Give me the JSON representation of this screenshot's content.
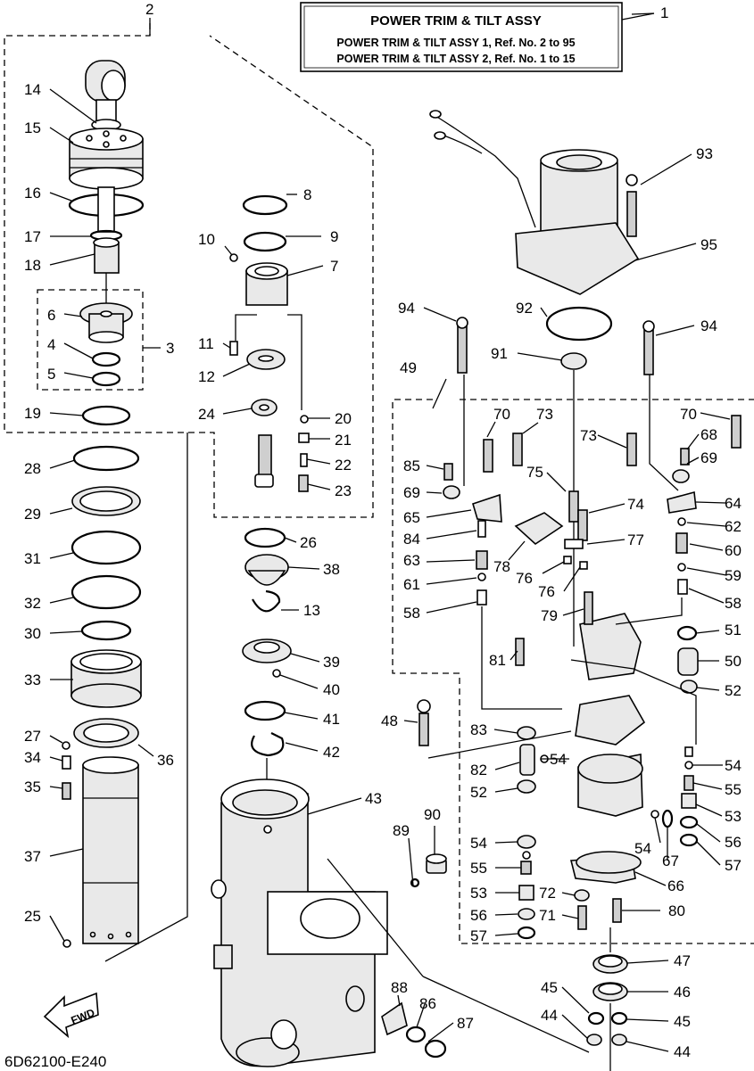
{
  "title_box": {
    "heading": "POWER TRIM  & TILT ASSY",
    "line1": "POWER TRIM & TILT ASSY 1, Ref. No. 2 to 95",
    "line2": "POWER TRIM & TILT ASSY 2, Ref. No. 1 to 15"
  },
  "drawing_code": "6D62100-E240",
  "fwd_label": "FWD",
  "labels": {
    "n1": "1",
    "n2": "2",
    "n3": "3",
    "n4": "4",
    "n5": "5",
    "n6": "6",
    "n7": "7",
    "n8": "8",
    "n9": "9",
    "n10": "10",
    "n11": "11",
    "n12": "12",
    "n13": "13",
    "n14": "14",
    "n15": "15",
    "n16": "16",
    "n17": "17",
    "n18": "18",
    "n19": "19",
    "n20": "20",
    "n21": "21",
    "n22": "22",
    "n23": "23",
    "n24": "24",
    "n25": "25",
    "n26": "26",
    "n27": "27",
    "n28": "28",
    "n29": "29",
    "n30": "30",
    "n31": "31",
    "n32": "32",
    "n33": "33",
    "n34": "34",
    "n35": "35",
    "n36": "36",
    "n37": "37",
    "n38": "38",
    "n39": "39",
    "n40": "40",
    "n41": "41",
    "n42": "42",
    "n43": "43",
    "n44a": "44",
    "n44b": "44",
    "n45a": "45",
    "n45b": "45",
    "n46": "46",
    "n47": "47",
    "n48": "48",
    "n49": "49",
    "n50": "50",
    "n51": "51",
    "n52a": "52",
    "n52b": "52",
    "n53a": "53",
    "n53b": "53",
    "n54a": "54",
    "n54b": "54",
    "n54c": "54",
    "n54d": "54",
    "n55a": "55",
    "n55b": "55",
    "n56a": "56",
    "n56b": "56",
    "n57a": "57",
    "n57b": "57",
    "n58a": "58",
    "n58b": "58",
    "n59": "59",
    "n60": "60",
    "n61": "61",
    "n62": "62",
    "n63": "63",
    "n64": "64",
    "n65": "65",
    "n66": "66",
    "n67": "67",
    "n68": "68",
    "n69a": "69",
    "n69b": "69",
    "n70a": "70",
    "n70b": "70",
    "n71": "71",
    "n72": "72",
    "n73a": "73",
    "n73b": "73",
    "n74": "74",
    "n75": "75",
    "n76a": "76",
    "n76b": "76",
    "n77": "77",
    "n78": "78",
    "n79": "79",
    "n80": "80",
    "n81": "81",
    "n82": "82",
    "n83": "83",
    "n84": "84",
    "n85": "85",
    "n86": "86",
    "n87": "87",
    "n88": "88",
    "n89": "89",
    "n90": "90",
    "n91": "91",
    "n92": "92",
    "n93": "93",
    "n94a": "94",
    "n94b": "94",
    "n95": "95"
  }
}
